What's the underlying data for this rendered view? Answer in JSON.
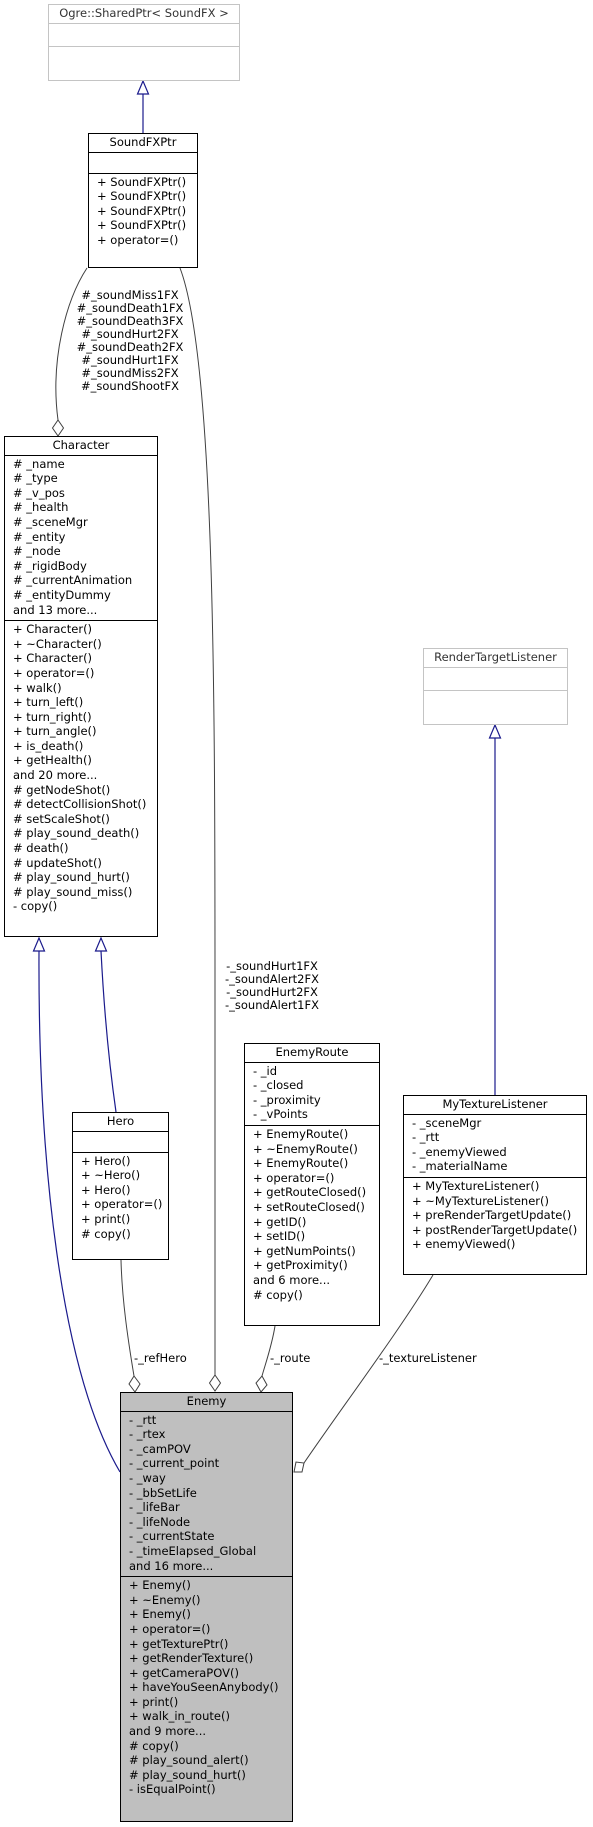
{
  "colors": {
    "inheritance": "#1a1a8c",
    "association": "#404040",
    "focus_fill": "#bfbfbf"
  },
  "classes": {
    "shared_ptr": {
      "title": "Ogre::SharedPtr< SoundFX >",
      "attributes": [],
      "methods": []
    },
    "soundfxptr": {
      "title": "SoundFXPtr",
      "attributes": [],
      "methods": [
        "+ SoundFXPtr()",
        "+ SoundFXPtr()",
        "+ SoundFXPtr()",
        "+ SoundFXPtr()",
        "+ operator=()"
      ]
    },
    "character": {
      "title": "Character",
      "attributes": [
        "# _name",
        "# _type",
        "# _v_pos",
        "# _health",
        "# _sceneMgr",
        "# _entity",
        "# _node",
        "# _rigidBody",
        "# _currentAnimation",
        "# _entityDummy",
        "and 13 more..."
      ],
      "methods": [
        "+ Character()",
        "+ ~Character()",
        "+ Character()",
        "+ operator=()",
        "+ walk()",
        "+ turn_left()",
        "+ turn_right()",
        "+ turn_angle()",
        "+ is_death()",
        "+ getHealth()",
        "and 20 more...",
        "# getNodeShot()",
        "# detectCollisionShot()",
        "# setScaleShot()",
        "# play_sound_death()",
        "# death()",
        "# updateShot()",
        "# play_sound_hurt()",
        "# play_sound_miss()",
        "- copy()"
      ]
    },
    "render_target_listener": {
      "title": "RenderTargetListener",
      "attributes": [],
      "methods": []
    },
    "hero": {
      "title": "Hero",
      "attributes": [],
      "methods": [
        "+ Hero()",
        "+ ~Hero()",
        "+ Hero()",
        "+ operator=()",
        "+ print()",
        "# copy()"
      ]
    },
    "enemy_route": {
      "title": "EnemyRoute",
      "attributes": [
        "- _id",
        "- _closed",
        "- _proximity",
        "- _vPoints"
      ],
      "methods": [
        "+ EnemyRoute()",
        "+ ~EnemyRoute()",
        "+ EnemyRoute()",
        "+ operator=()",
        "+ getRouteClosed()",
        "+ setRouteClosed()",
        "+ getID()",
        "+ setID()",
        "+ getNumPoints()",
        "+ getProximity()",
        "and 6 more...",
        "# copy()"
      ]
    },
    "my_texture_listener": {
      "title": "MyTextureListener",
      "attributes": [
        "- _sceneMgr",
        "- _rtt",
        "- _enemyViewed",
        "- _materialName"
      ],
      "methods": [
        "+ MyTextureListener()",
        "+ ~MyTextureListener()",
        "+ preRenderTargetUpdate()",
        "+ postRenderTargetUpdate()",
        "+ enemyViewed()"
      ]
    },
    "enemy": {
      "title": "Enemy",
      "attributes": [
        "- _rtt",
        "- _rtex",
        "- _camPOV",
        "- _current_point",
        "- _way",
        "- _bbSetLife",
        "- _lifeBar",
        "- _lifeNode",
        "- _currentState",
        "- _timeElapsed_Global",
        "and 16 more..."
      ],
      "methods": [
        "+ Enemy()",
        "+ ~Enemy()",
        "+ Enemy()",
        "+ operator=()",
        "+ getTexturePtr()",
        "+ getRenderTexture()",
        "+ getCameraPOV()",
        "+ haveYouSeenAnybody()",
        "+ print()",
        "+ walk_in_route()",
        "and 9 more...",
        "# copy()",
        "# play_sound_alert()",
        "# play_sound_hurt()",
        "- isEqualPoint()"
      ]
    }
  },
  "edge_labels": {
    "character_sounds": [
      "#_soundMiss1FX",
      "#_soundDeath1FX",
      "#_soundDeath3FX",
      "#_soundHurt2FX",
      "#_soundDeath2FX",
      "#_soundHurt1FX",
      "#_soundMiss2FX",
      "#_soundShootFX"
    ],
    "enemy_sounds": [
      "-_soundHurt1FX",
      "-_soundAlert2FX",
      "-_soundHurt2FX",
      "-_soundAlert1FX"
    ],
    "ref_hero": "-_refHero",
    "route": "-_route",
    "texture_listener": "-_textureListener"
  }
}
